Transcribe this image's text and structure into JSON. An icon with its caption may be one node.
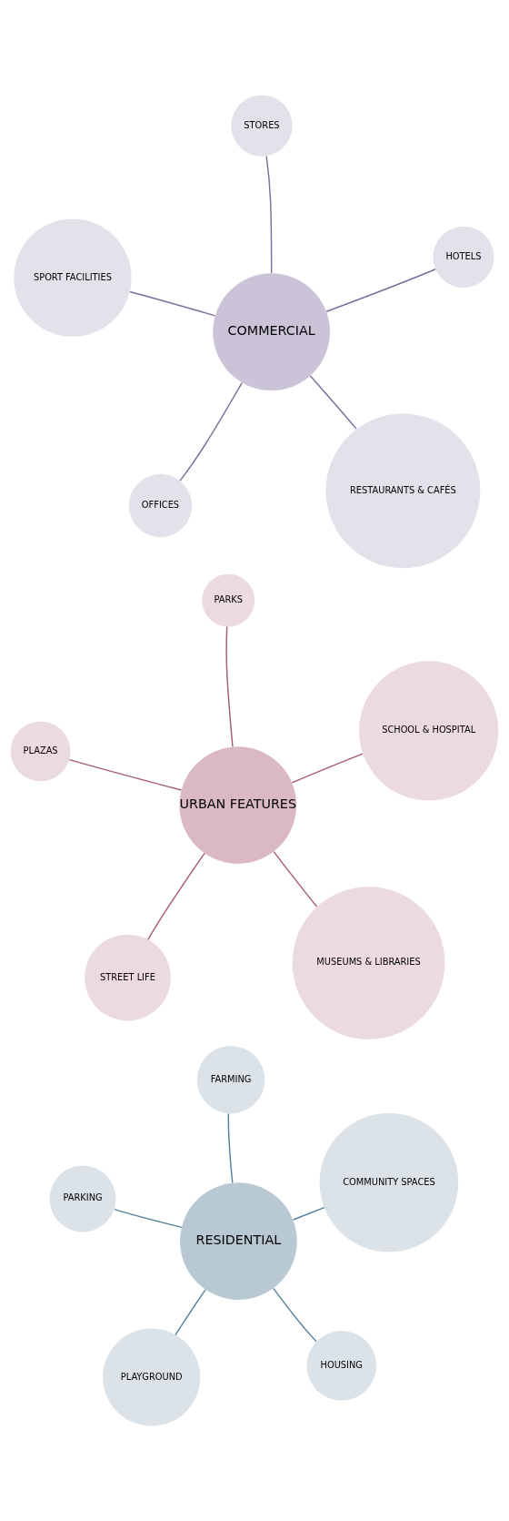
{
  "diagram": {
    "nodes": [
      {
        "text": [
          "RESIDENTIAL"
        ]
      },
      {
        "text": [
          "HOUSING"
        ]
      },
      {
        "text": [
          "PLAYGROUND"
        ]
      },
      {
        "text": [
          "PARKING"
        ]
      },
      {
        "text": [
          "COMMUNITY SPACES"
        ]
      },
      {
        "text": [
          "FARMING"
        ]
      },
      {
        "text": [
          "COMMERCIAL"
        ]
      },
      {
        "text": [
          "RESTAURANTS & CAFÉS"
        ]
      },
      {
        "text": [
          "OFFICES"
        ]
      },
      {
        "text": [
          "SPORT FACILITIES"
        ]
      },
      {
        "text": [
          "HOTELS"
        ]
      },
      {
        "text": [
          "STORES"
        ]
      },
      {
        "text": [
          "URBAN FEATURES"
        ]
      },
      {
        "text": [
          "MUSEUMS & LIBRARIES"
        ]
      },
      {
        "text": [
          "STREET LIFE"
        ]
      },
      {
        "text": [
          "PLAZAS"
        ]
      },
      {
        "text": [
          "SCHOOL & HOSPITAL"
        ]
      },
      {
        "text": [
          "PARKS"
        ]
      }
    ],
    "edges": [
      {
        "from": 0,
        "to": 1,
        "arrow": "none",
        "color": "#557f9a"
      },
      {
        "from": 0,
        "to": 2,
        "arrow": "none",
        "color": "#557f9a"
      },
      {
        "from": 0,
        "to": 3,
        "arrow": "none",
        "color": "#557f9a"
      },
      {
        "from": 0,
        "to": 4,
        "arrow": "none",
        "color": "#557f9a"
      },
      {
        "from": 0,
        "to": 5,
        "arrow": "none",
        "color": "#557f9a"
      },
      {
        "from": 6,
        "to": 7,
        "arrow": "none",
        "color": "#7d6d9b"
      },
      {
        "from": 6,
        "to": 8,
        "arrow": "none",
        "color": "#7d6d9b"
      },
      {
        "from": 6,
        "to": 9,
        "arrow": "none",
        "color": "#7d6d9b"
      },
      {
        "from": 6,
        "to": 10,
        "arrow": "none",
        "color": "#7d6d9b"
      },
      {
        "from": 6,
        "to": 11,
        "arrow": "none",
        "color": "#7d6d9b"
      },
      {
        "from": 12,
        "to": 13,
        "arrow": "none",
        "color": "#a45b78"
      },
      {
        "from": 12,
        "to": 14,
        "arrow": "none",
        "color": "#a45b78"
      },
      {
        "from": 12,
        "to": 15,
        "arrow": "none",
        "color": "#a45b78"
      },
      {
        "from": 12,
        "to": 16,
        "arrow": "none",
        "color": "#a45b78"
      },
      {
        "from": 12,
        "to": 17,
        "arrow": "none",
        "color": "#a45b78"
      }
    ]
  }
}
